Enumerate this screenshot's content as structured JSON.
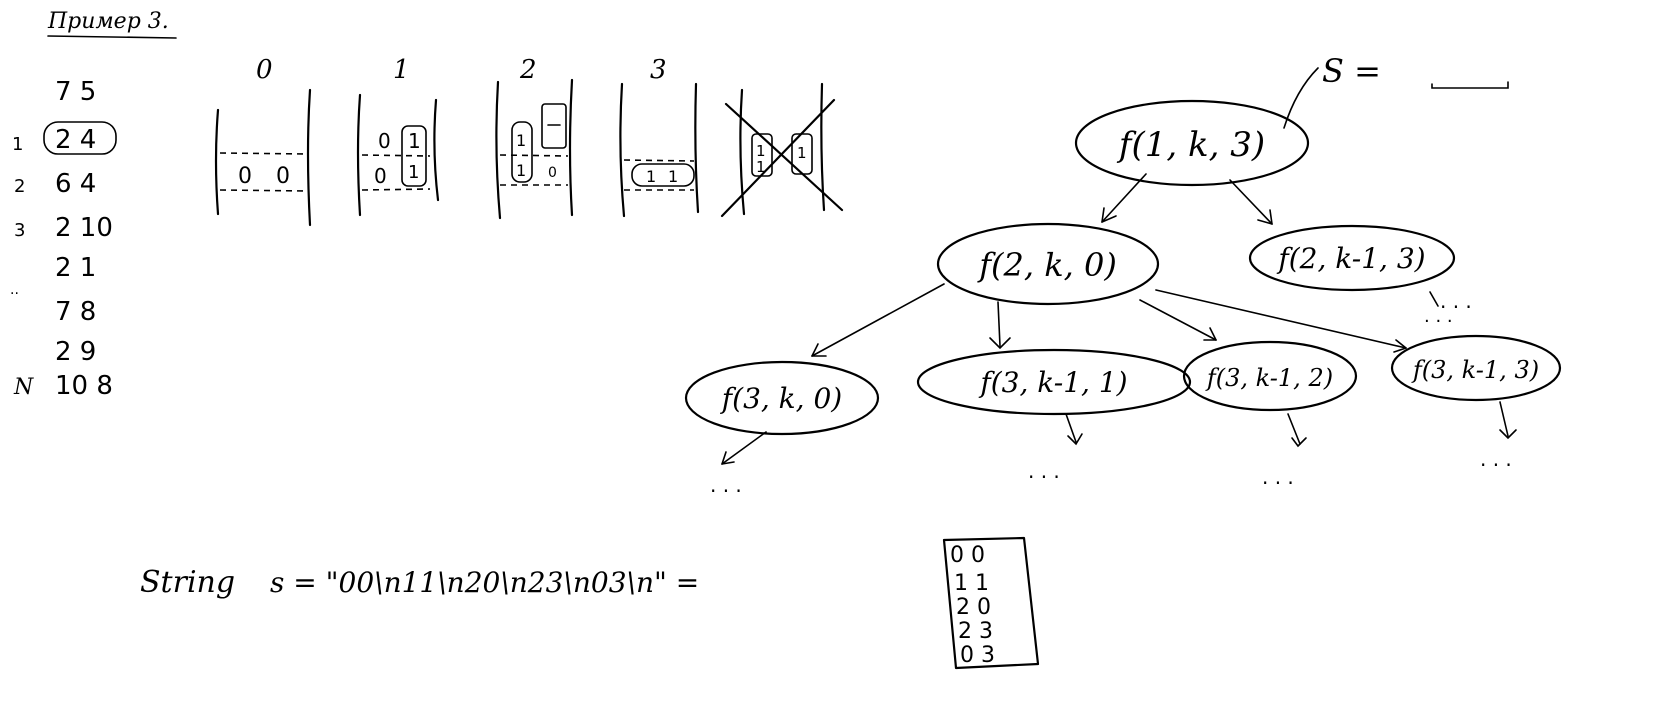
{
  "heading": "Пример 3.",
  "input_list": {
    "header": "7 5",
    "rows": [
      {
        "index": "1",
        "value": "2 4"
      },
      {
        "index": "2",
        "value": "6 4"
      },
      {
        "index": "3",
        "value": "2 10"
      },
      {
        "index": "",
        "value": "2 1"
      },
      {
        "index": "",
        "value": "7 8"
      },
      {
        "index": "",
        "value": "2 9"
      },
      {
        "index": "N",
        "value": "10 8"
      }
    ]
  },
  "states": {
    "labels": [
      "0",
      "1",
      "2",
      "3"
    ],
    "cell_values": {
      "s0": [
        "0",
        "0"
      ],
      "s1": [
        "0",
        "1",
        "0",
        "1"
      ],
      "s2": [
        "1",
        "1",
        "0"
      ],
      "s3": [
        "1",
        "1"
      ],
      "s4": [
        "1",
        "1",
        "1"
      ]
    }
  },
  "tree": {
    "s_label": "S =",
    "root": "f(1, k, 3)",
    "level1": [
      "f(2, k, 0)",
      "f(2, k-1, 3)"
    ],
    "level2": [
      "f(3, k, 0)",
      "f(3, k-1, 1)",
      "f(3, k-1, 2)",
      "f(3, k-1, 3)"
    ],
    "ellipsis": ". . ."
  },
  "string_line": {
    "label": "String",
    "expression": "s = \"00\\n11\\n20\\n23\\n03\\n\" ="
  },
  "matrix": {
    "rows": [
      "0 0",
      "1 1",
      "2 0",
      "2 3",
      "0 3"
    ]
  }
}
